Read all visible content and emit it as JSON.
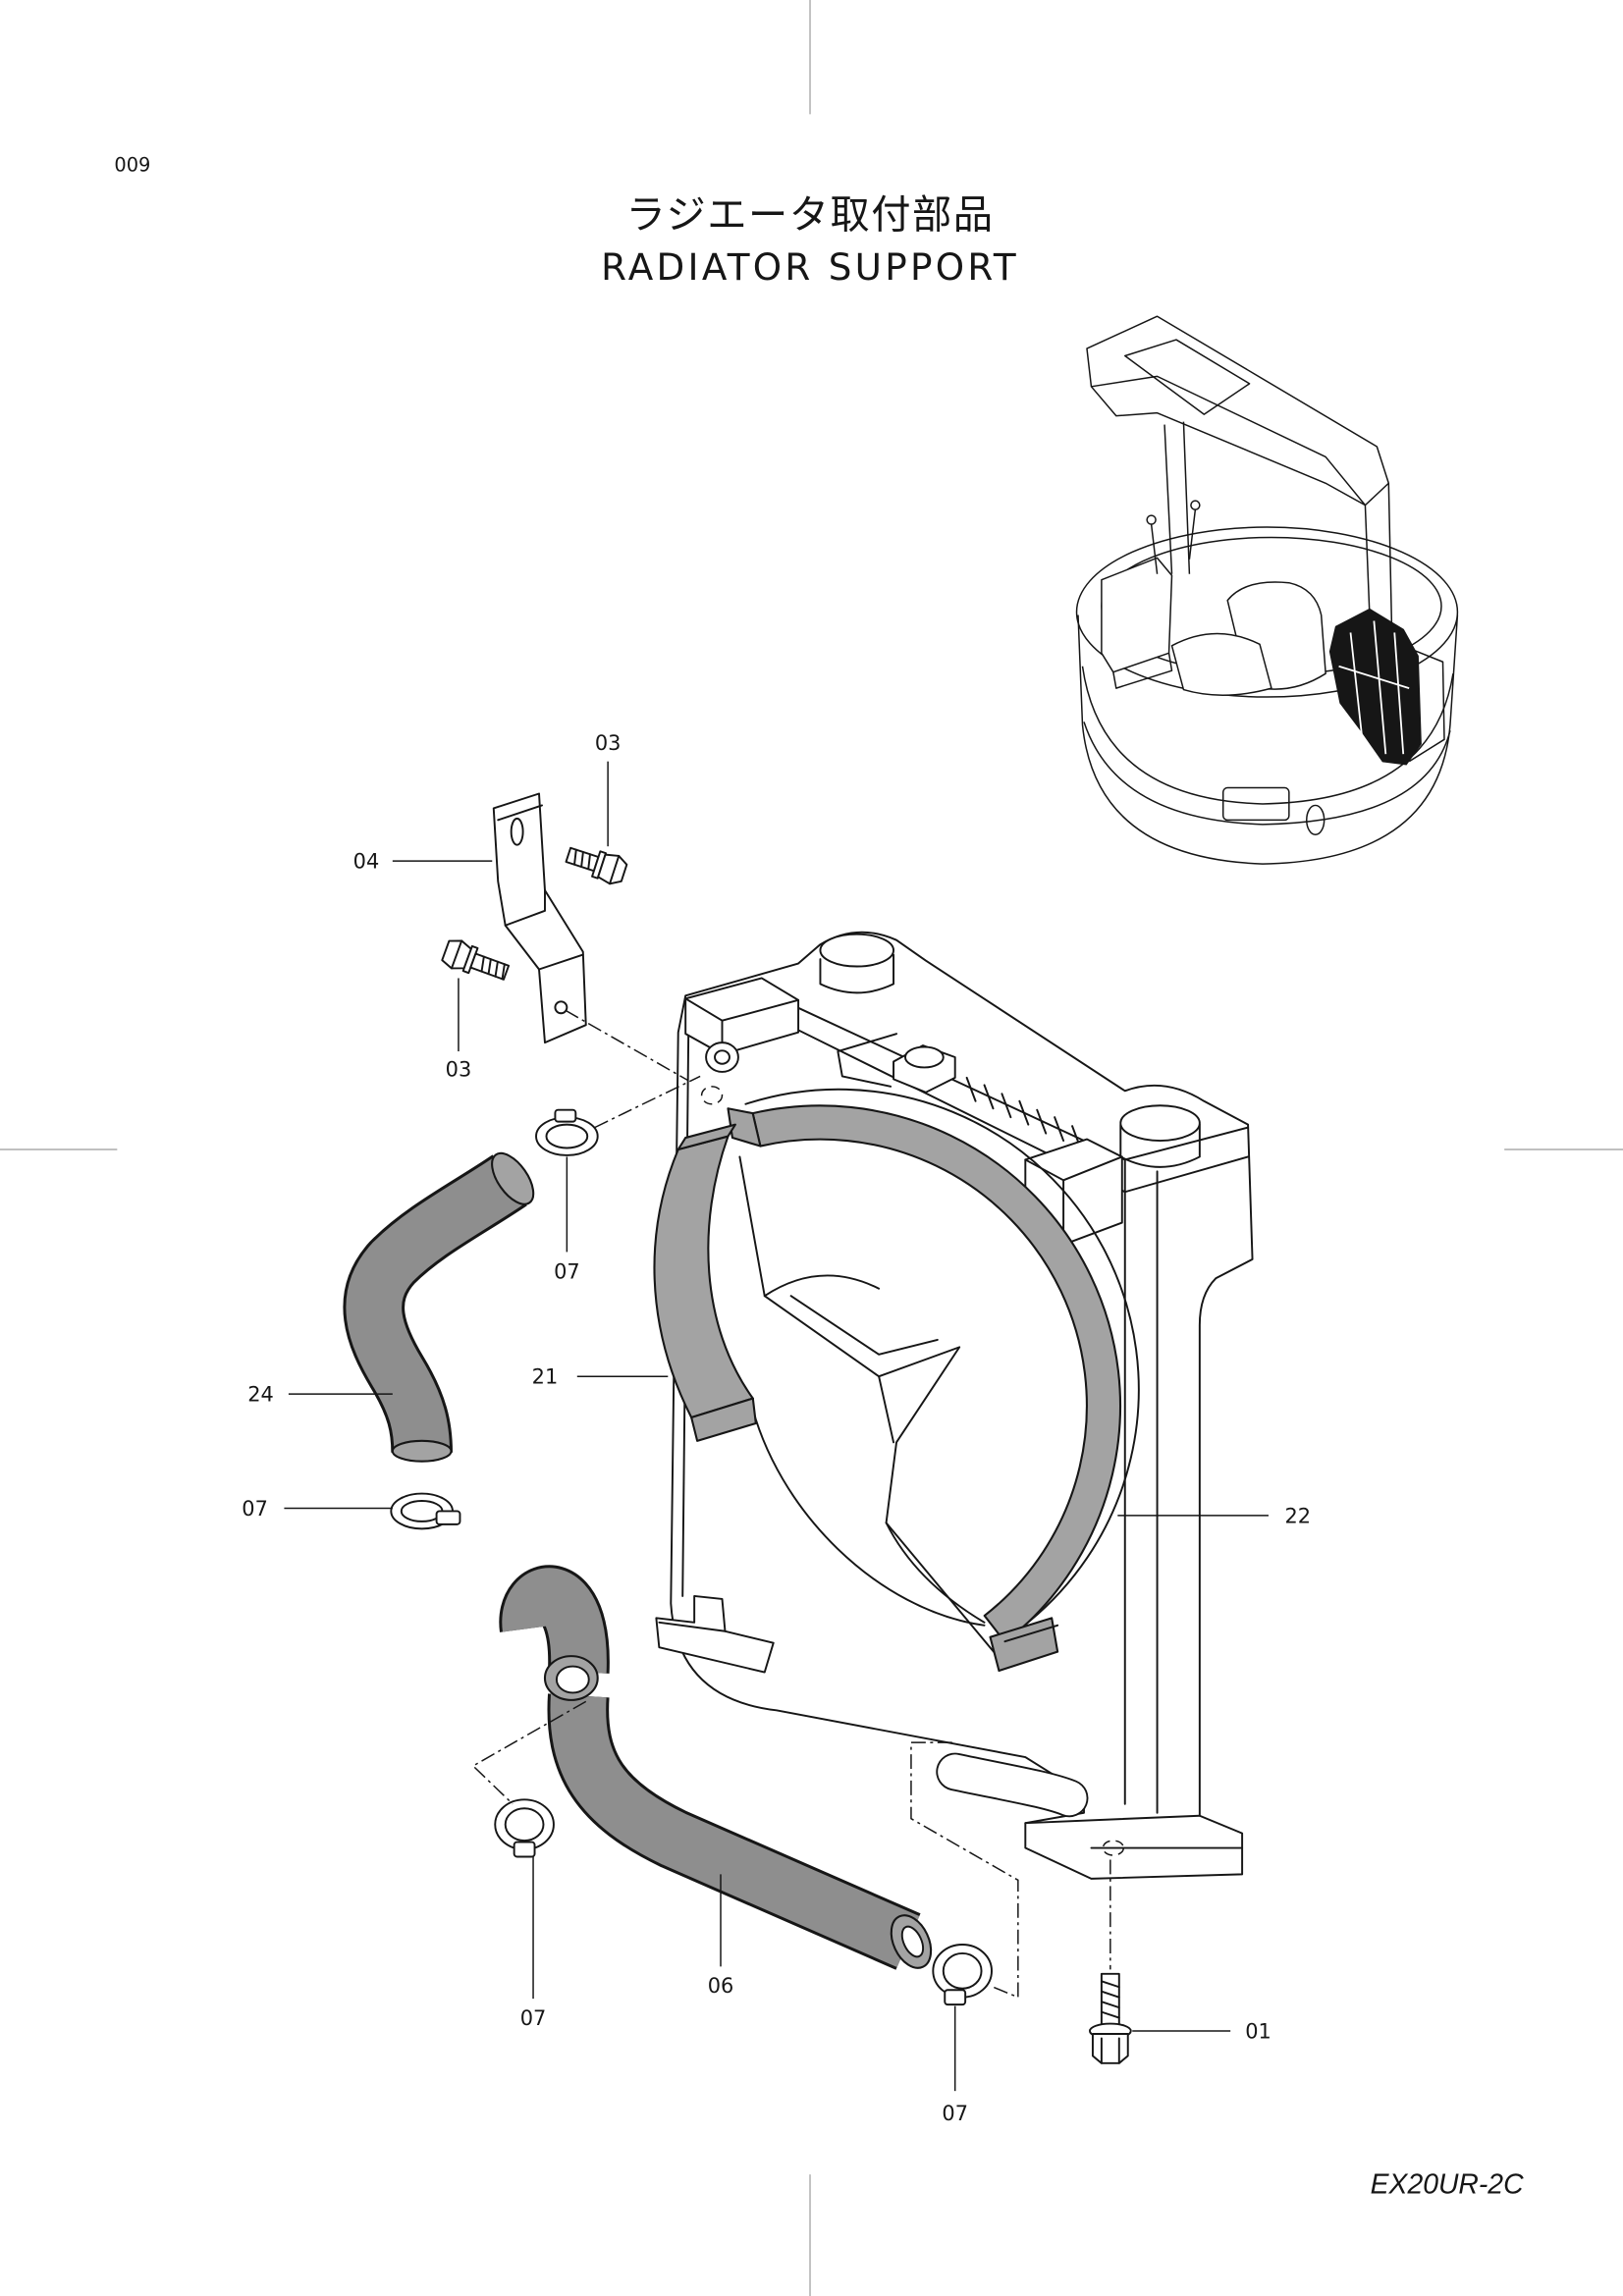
{
  "page_number": "009",
  "title": {
    "ja": "ラジエータ取付部品",
    "en": "RADIATOR SUPPORT"
  },
  "model": "EX20UR-2C",
  "callouts": [
    "03",
    "04",
    "03",
    "07",
    "24",
    "21",
    "07",
    "22",
    "07",
    "06",
    "01",
    "07"
  ],
  "colors": {
    "ink": "#161616",
    "rubber": "#8e8e8e",
    "foam": "#a3a3a3",
    "paper": "#ffffff"
  }
}
